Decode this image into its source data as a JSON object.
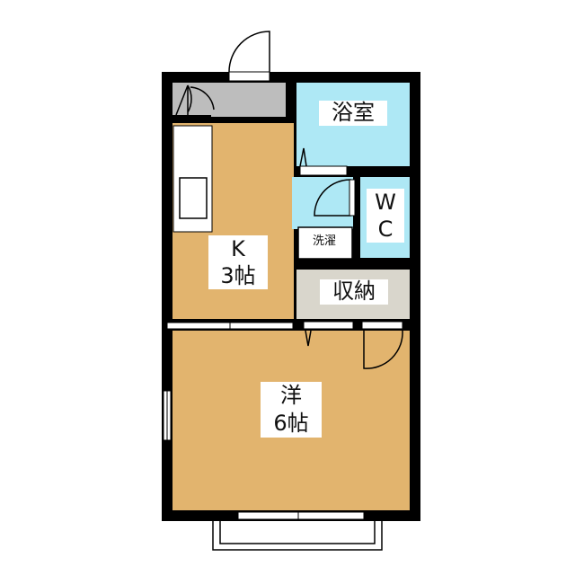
{
  "rooms": {
    "bath": "浴室",
    "wc_line1": "W",
    "wc_line2": "C",
    "laundry": "洗濯",
    "kitchen_line1": "K",
    "kitchen_line2": "3帖",
    "storage": "収納",
    "western_line1": "洋",
    "western_line2": "6帖"
  },
  "colors": {
    "wall": "#000000",
    "wood_floor": "#e2b46e",
    "wet_area": "#aee8f5",
    "entry": "#bdbdbd",
    "storage": "#d9d6cc"
  }
}
